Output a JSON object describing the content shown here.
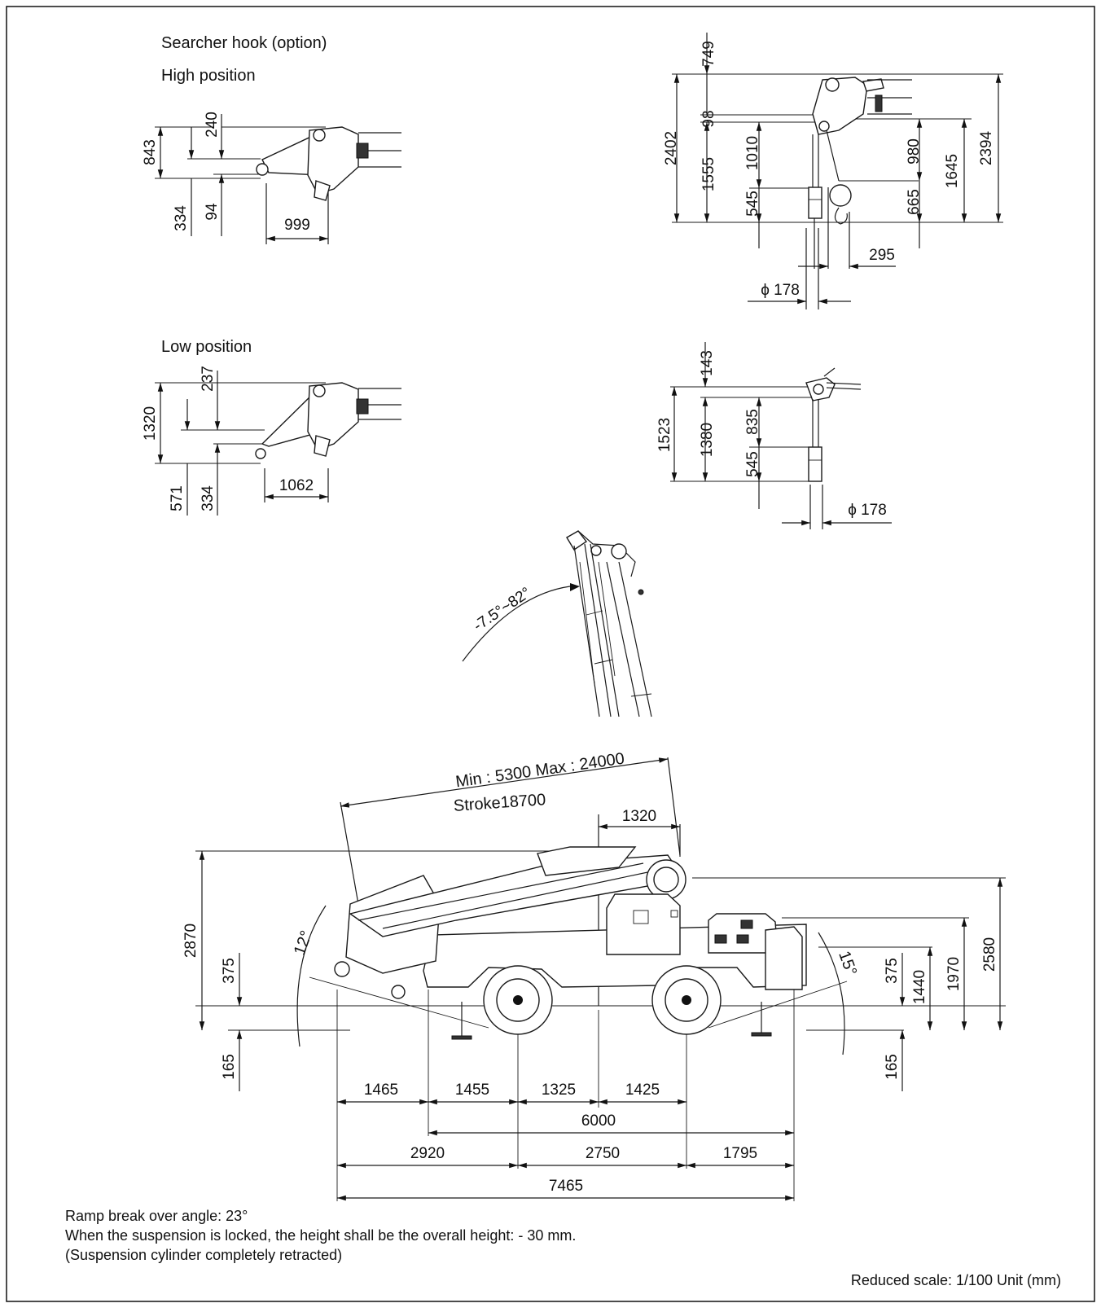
{
  "labels": {
    "searcher_hook": "Searcher hook (option)",
    "high_position": "High position",
    "low_position": "Low position",
    "angle_range": "-7.5°~82°",
    "boom_length": "Min : 5300  Max : 24000",
    "stroke": "Stroke18700",
    "angle_left": "12°",
    "angle_right": "15°"
  },
  "high_position_dims": {
    "d843": "843",
    "d240": "240",
    "d334": "334",
    "d94": "94",
    "d999": "999"
  },
  "low_position_dims": {
    "d1320": "1320",
    "d237": "237",
    "d571": "571",
    "d334": "334",
    "d1062": "1062"
  },
  "hook_high_dims": {
    "d749": "749",
    "d98": "98",
    "d2402": "2402",
    "d1555": "1555",
    "d1010": "1010",
    "d545": "545",
    "d980": "980",
    "d665": "665",
    "d1645": "1645",
    "d2394": "2394",
    "d295": "295",
    "d178": "ϕ 178"
  },
  "hook_low_dims": {
    "d143": "143",
    "d1523": "1523",
    "d1380": "1380",
    "d835": "835",
    "d545": "545",
    "d178": "ϕ 178"
  },
  "vehicle_dims": {
    "d1320": "1320",
    "d2870": "2870",
    "d375_left": "375",
    "d165_left": "165",
    "d375_right": "375",
    "d1440": "1440",
    "d1970": "1970",
    "d2580": "2580",
    "d165_right": "165",
    "row1": [
      "1465",
      "1455",
      "1325",
      "1425"
    ],
    "d6000": "6000",
    "row3": [
      "2920",
      "2750",
      "1795"
    ],
    "d7465": "7465"
  },
  "notes": {
    "ramp": "Ramp break over angle: 23°",
    "suspension": "When the suspension is locked, the height shall be the overall height: - 30 mm.",
    "cylinder": "(Suspension cylinder completely retracted)",
    "scale": "Reduced scale: 1/100 Unit (mm)"
  }
}
